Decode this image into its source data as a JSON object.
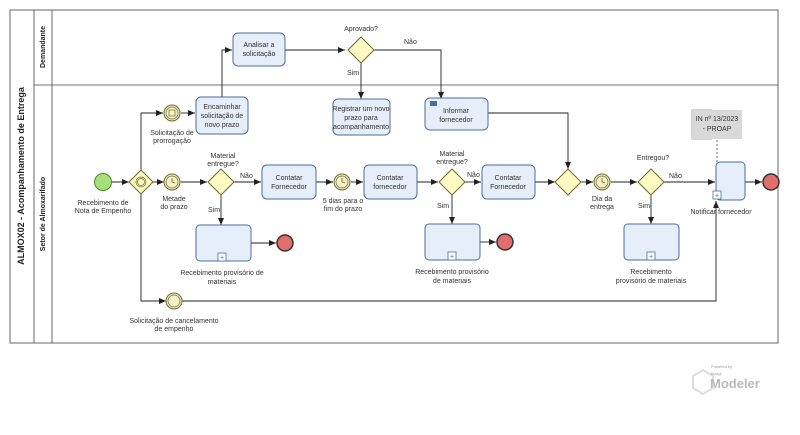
{
  "pool": {
    "title": "ALMOX02 - Acompanhamento de Entrega"
  },
  "lanes": {
    "demandante": "Demandante",
    "almoxarifado": "Setor de Almoxarifado"
  },
  "tasks": {
    "analisar": [
      "Analisar a",
      "solicitação"
    ],
    "registrar": [
      "Registrar um novo",
      "prazo para",
      "acompanhamento"
    ],
    "informar": [
      "Informar",
      "fornecedor"
    ],
    "encaminhar": [
      "Encaminhar",
      "solicitação de",
      "novo prazo"
    ],
    "contatar1": [
      "Contatar",
      "Fornecedor"
    ],
    "contatar2": [
      "Contatar",
      "fornecedor"
    ],
    "contatar3": [
      "Contatar",
      "Fornecedor"
    ],
    "notificar": "Notificar fornecedor"
  },
  "subprocess": {
    "receb1": [
      "Recebimento provisório de",
      "materiais"
    ],
    "receb2": [
      "Recebimento provisório",
      "de materiais"
    ],
    "receb3": [
      "Recebimento",
      "provisório de materiais"
    ]
  },
  "events": {
    "start": [
      "Recebimento de",
      "Nota de Empenho"
    ],
    "prorrogacao": [
      "Solicitação de",
      "prorrogação"
    ],
    "metade": [
      "Metade",
      "do prazo"
    ],
    "cinco_dias": [
      "5 dias para o",
      "fim do prazo"
    ],
    "dia_entrega": [
      "Dia da",
      "entrega"
    ],
    "cancelamento": [
      "Solicitação de cancelamento",
      "de empenho"
    ]
  },
  "gateways": {
    "aprovado": "Aprovado?",
    "material1": [
      "Material",
      "entregue?"
    ],
    "material2": [
      "Material",
      "entregue?"
    ],
    "entregou": "Entregou?"
  },
  "flows": {
    "sim": "Sim",
    "nao": "Não"
  },
  "annotation": [
    "IN nº 13/2023",
    "- PROAP"
  ],
  "watermark": {
    "powered": "Powered by",
    "brand": "bizagi",
    "product": "Modeler"
  },
  "colors": {
    "task_fill": "#e6eef9",
    "task_stroke": "#4a6e9e",
    "gateway_fill": "#fff9c4",
    "gateway_stroke": "#6b6b2a",
    "start_fill": "#a6e07a",
    "end_fill": "#e26d6d",
    "intermediate_fill": "#f5f0c8"
  }
}
